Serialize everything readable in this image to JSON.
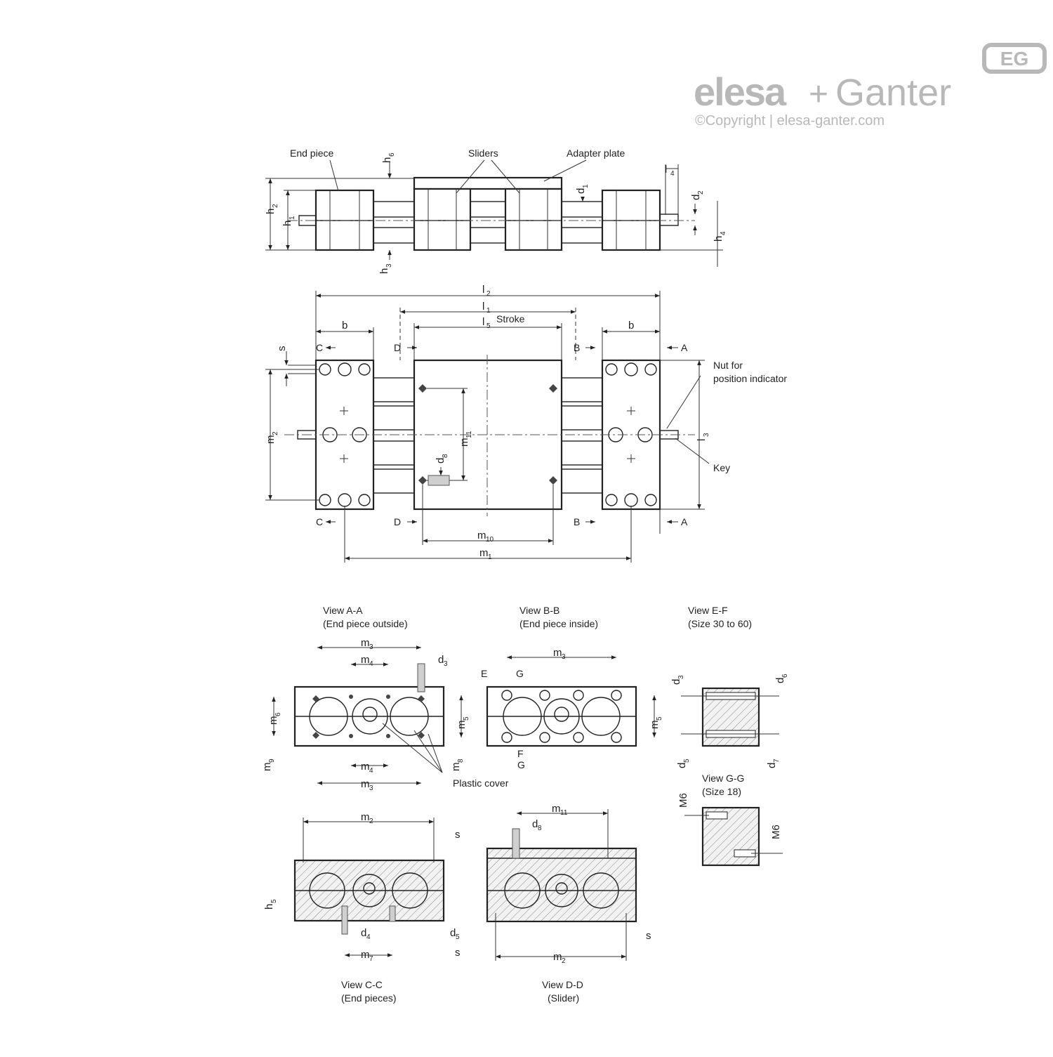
{
  "brand": {
    "logo_badge": "EG",
    "logo_part1": "elesa",
    "logo_plus": "+",
    "logo_part2": "Ganter",
    "copyright": "©Copyright | elesa-ganter.com",
    "color": "#b8b8b8"
  },
  "labels": {
    "end_piece": "End piece",
    "sliders": "Sliders",
    "adapter_plate": "Adapter plate",
    "stroke": "Stroke",
    "nut_line1": "Nut for",
    "nut_line2": "position indicator",
    "key": "Key",
    "plastic_cover": "Plastic cover"
  },
  "views": {
    "aa_title": "View A-A",
    "aa_sub": "(End piece outside)",
    "bb_title": "View B-B",
    "bb_sub": "(End piece inside)",
    "ef_title": "View E-F",
    "ef_sub": "(Size 30 to 60)",
    "gg_title": "View G-G",
    "gg_sub": "(Size 18)",
    "cc_title": "View C-C",
    "cc_sub": "(End pieces)",
    "dd_title": "View D-D",
    "dd_sub": "(Slider)"
  },
  "section_letters": {
    "A": "A",
    "B": "B",
    "C": "C",
    "D": "D",
    "E": "E",
    "F": "F",
    "G": "G"
  },
  "dims": {
    "h": "h",
    "d": "d",
    "l": "l",
    "m": "m",
    "b": "b",
    "s": "s",
    "M6": "M6",
    "n1": "1",
    "n2": "2",
    "n3": "3",
    "n4": "4",
    "n5": "5",
    "n6": "6",
    "n7": "7",
    "n8": "8",
    "n9": "9",
    "n10": "10",
    "n11": "11"
  }
}
